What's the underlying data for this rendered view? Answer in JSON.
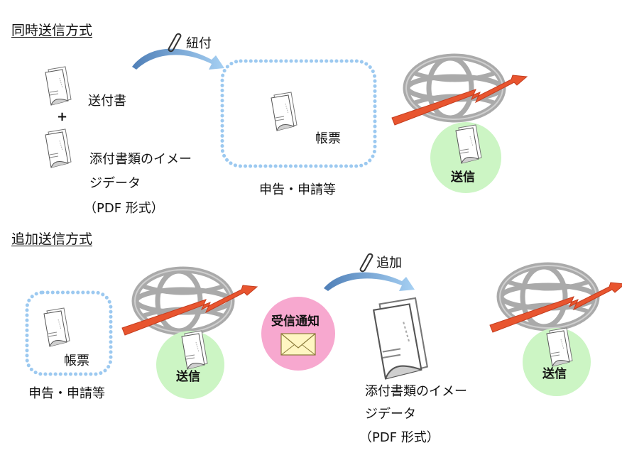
{
  "section1": {
    "heading": "同時送信方式",
    "attach_label": "紐付",
    "cover_letter_label": "送付書",
    "plus": "+",
    "attachment_label_line1": "添付書類のイメー",
    "attachment_label_line2": "ジデータ",
    "attachment_label_line3": "（PDF 形式）",
    "form_label": "帳票",
    "filing_label": "申告・申請等",
    "send_label": "送信"
  },
  "section2": {
    "heading": "追加送信方式",
    "form_label": "帳票",
    "filing_label": "申告・申請等",
    "send_label_1": "送信",
    "notice_label": "受信通知",
    "add_label": "追加",
    "attachment_label_line1": "添付書類のイメー",
    "attachment_label_line2": "ジデータ",
    "attachment_label_line3": "（PDF 形式）",
    "send_label_2": "送信"
  },
  "colors": {
    "dotted_border": "#9cc9f0",
    "send_circle": "#ccf5c4",
    "notice_circle": "#f7a8cf",
    "red_arrow": "#e8552f",
    "curved_arrow": "#7fb1dd",
    "globe": "#aaaaaa"
  },
  "icons": [
    "paperclip-icon",
    "document-icon",
    "globe-icon",
    "envelope-icon",
    "arrow-icon"
  ]
}
